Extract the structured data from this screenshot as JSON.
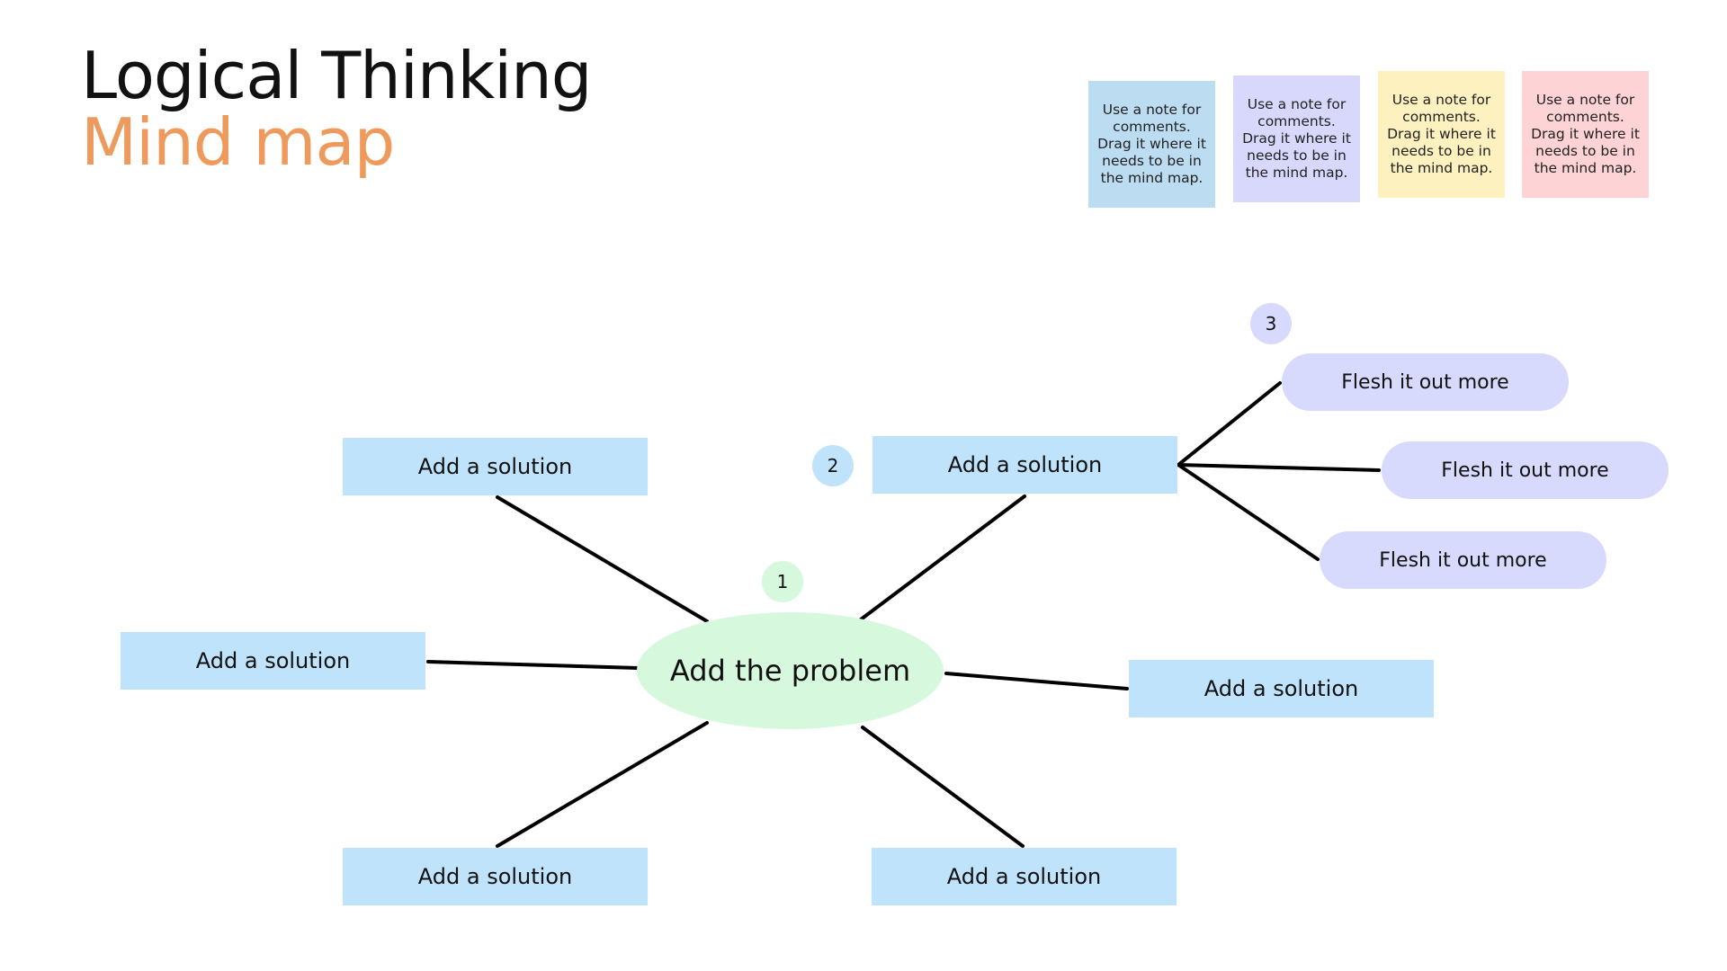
{
  "title": {
    "line1": "Logical Thinking",
    "line2": "Mind map"
  },
  "notes": [
    {
      "text": "Use a note for comments. Drag it where it needs to be in the mind map.",
      "color": "#bcdcf2"
    },
    {
      "text": "Use a note for comments. Drag it where it needs to be in the mind map.",
      "color": "#d8d8fc"
    },
    {
      "text": "Use a note for comments. Drag it where it needs to be in the mind map.",
      "color": "#fdf1bf"
    },
    {
      "text": "Use a note for comments. Drag it where it needs to be in the mind map.",
      "color": "#fdd3d6"
    }
  ],
  "problem": {
    "label": "Add the problem",
    "color": "#d6f8dd"
  },
  "solutions": [
    {
      "label": "Add a solution"
    },
    {
      "label": "Add a solution"
    },
    {
      "label": "Add a solution"
    },
    {
      "label": "Add a solution"
    },
    {
      "label": "Add a solution"
    },
    {
      "label": "Add a solution"
    }
  ],
  "details": [
    {
      "label": "Flesh it out more"
    },
    {
      "label": "Flesh it out more"
    },
    {
      "label": "Flesh it out more"
    }
  ],
  "steps": [
    {
      "label": "1",
      "color": "#d6f8dd"
    },
    {
      "label": "2",
      "color": "#bfe3fb"
    },
    {
      "label": "3",
      "color": "#d8dafd"
    }
  ],
  "colors": {
    "title_accent": "#ee9a5c",
    "solution_fill": "#bfe3fb",
    "detail_fill": "#d8dafd",
    "connector": "#000000"
  }
}
